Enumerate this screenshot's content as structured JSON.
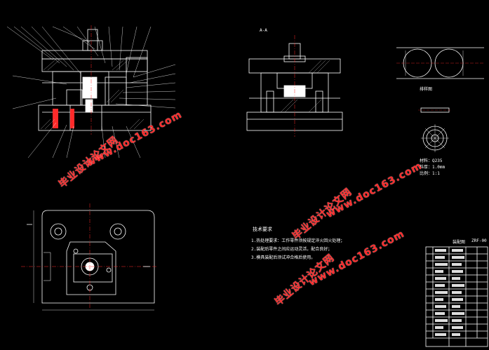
{
  "watermarks": [
    {
      "cn": "毕业设计论文网",
      "url": "www.doc163.com"
    },
    {
      "cn": "毕业设计论文网",
      "url": "www.doc163.com"
    },
    {
      "cn": "毕业设计论文网",
      "url": "www.doc163.com"
    }
  ],
  "tech_title": "技术要求",
  "tech_items": [
    "1.热处理要求：工作零件须按规定淬火回火处理；",
    "2.装配后零件之间应运动灵活，配合良好；",
    "3.模具装配后须试冲合格后使用。"
  ],
  "part_notes": {
    "material": "材料：Q235",
    "thickness": "料厚：1.0mm",
    "scale": "比例：1:1"
  },
  "section_label": "A-A",
  "layout_label": "排样图",
  "title_block": {
    "header": "装配图",
    "drawing_no": "ZRF-00"
  },
  "colors": {
    "outline": "#ffffff",
    "accent": "#ff2a2a",
    "center": "#ffdd00",
    "hatch": "#bbbbbb"
  }
}
